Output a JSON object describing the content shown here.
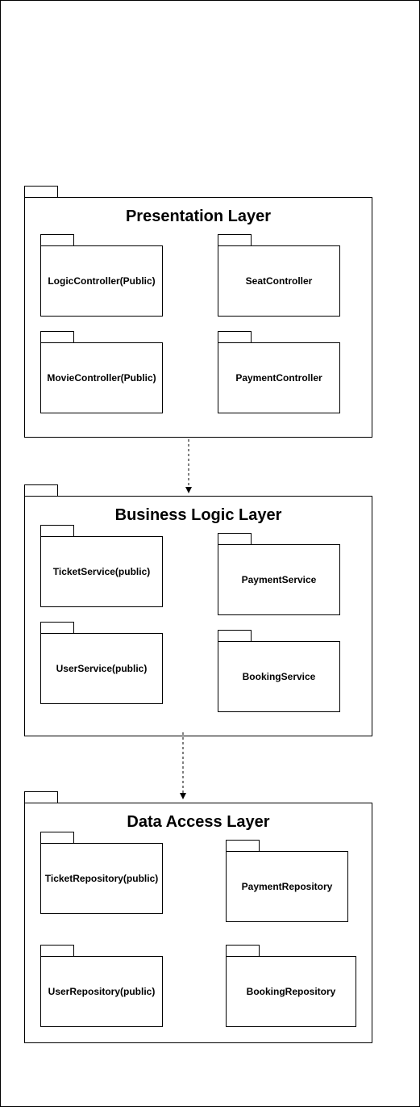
{
  "layers": [
    {
      "title": "Presentation Layer",
      "packages": [
        "LogicController(Public)",
        "SeatController",
        "MovieController(Public)",
        "PaymentController"
      ]
    },
    {
      "title": "Business Logic Layer",
      "packages": [
        "TicketService(public)",
        "PaymentService",
        "UserService(public)",
        "BookingService"
      ]
    },
    {
      "title": "Data Access Layer",
      "packages": [
        "TicketRepository(public)",
        "PaymentRepository",
        "UserRepository(public)",
        "BookingRepository"
      ]
    }
  ],
  "dependencies": [
    {
      "from": "Presentation Layer",
      "to": "Business Logic Layer",
      "style": "dashed"
    },
    {
      "from": "Business Logic Layer",
      "to": "Data Access Layer",
      "style": "dashed"
    }
  ]
}
